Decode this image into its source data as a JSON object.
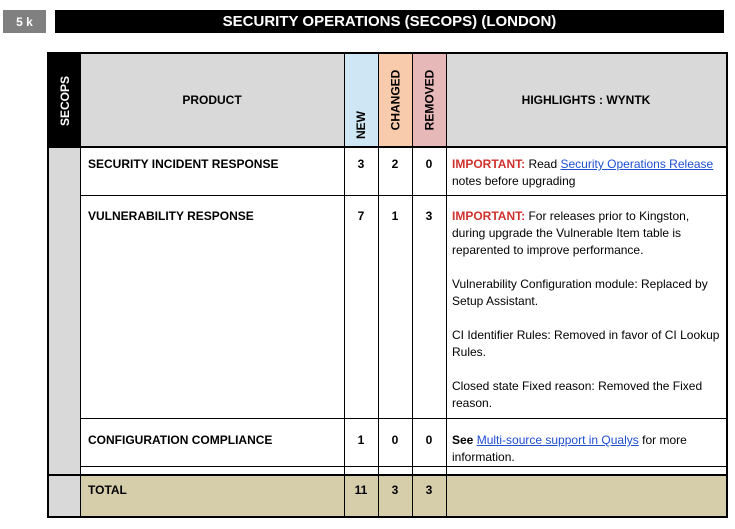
{
  "badge": "5 k",
  "banner": "SECURITY OPERATIONS (SECOPS) (LONDON)",
  "table": {
    "side_label": "SECOPS",
    "headers": {
      "product": "PRODUCT",
      "new": "NEW",
      "changed": "CHANGED",
      "removed": "REMOVED",
      "highlights": "HIGHLIGHTS : WYNTK"
    },
    "rows": [
      {
        "product": "SECURITY INCIDENT RESPONSE",
        "new": "3",
        "changed": "2",
        "removed": "0",
        "hl": {
          "imp": "IMPORTANT:",
          "pre": " Read ",
          "link": "Security Operations Release",
          "post": " notes before upgrading"
        }
      },
      {
        "product": "VULNERABILITY RESPONSE",
        "new": "7",
        "changed": "1",
        "removed": "3",
        "hl": {
          "imp": "IMPORTANT:",
          "p1": " For releases prior to Kingston, during upgrade the Vulnerable Item table is reparented to improve performance.",
          "p2": "Vulnerability Configuration module: Replaced by Setup Assistant.",
          "p3": "CI Identifier Rules: Removed in favor of CI Lookup Rules.",
          "p4": "Closed state Fixed reason: Removed the Fixed reason."
        }
      },
      {
        "product": "CONFIGURATION COMPLIANCE",
        "new": "1",
        "changed": "0",
        "removed": "0",
        "hl": {
          "see": "See",
          "link": "Multi-source support in Qualys",
          "post": " for more information."
        }
      }
    ],
    "total": {
      "label": "TOTAL",
      "new": "11",
      "changed": "3",
      "removed": "3"
    }
  },
  "colors": {
    "header_gray": "#d9d9d9",
    "new_blue": "#cfe6f5",
    "changed_orange": "#f8cbad",
    "removed_pink": "#e6b8b7",
    "total_tan": "#d6ceaa",
    "important_red": "#d0312d",
    "link_blue": "#1f4fd1"
  }
}
